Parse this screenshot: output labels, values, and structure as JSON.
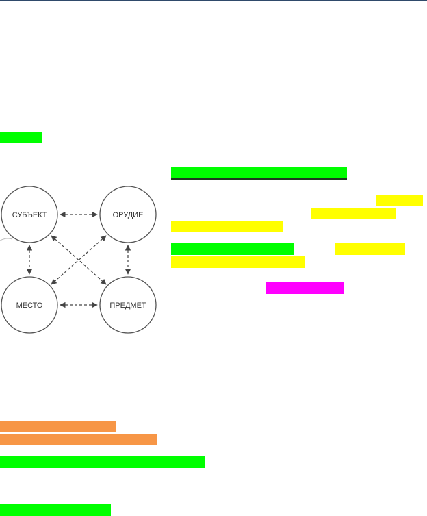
{
  "diagram": {
    "nodes": {
      "subject": "СУБЪЕКТ",
      "instrument": "ОРУДИЕ",
      "place": "МЕСТО",
      "object": "ПРЕДМЕТ"
    }
  },
  "colors": {
    "green": "#00ff00",
    "yellow": "#ffff00",
    "magenta": "#ff00ff",
    "orange": "#f79646",
    "header_rule": "#2f4a6b"
  }
}
